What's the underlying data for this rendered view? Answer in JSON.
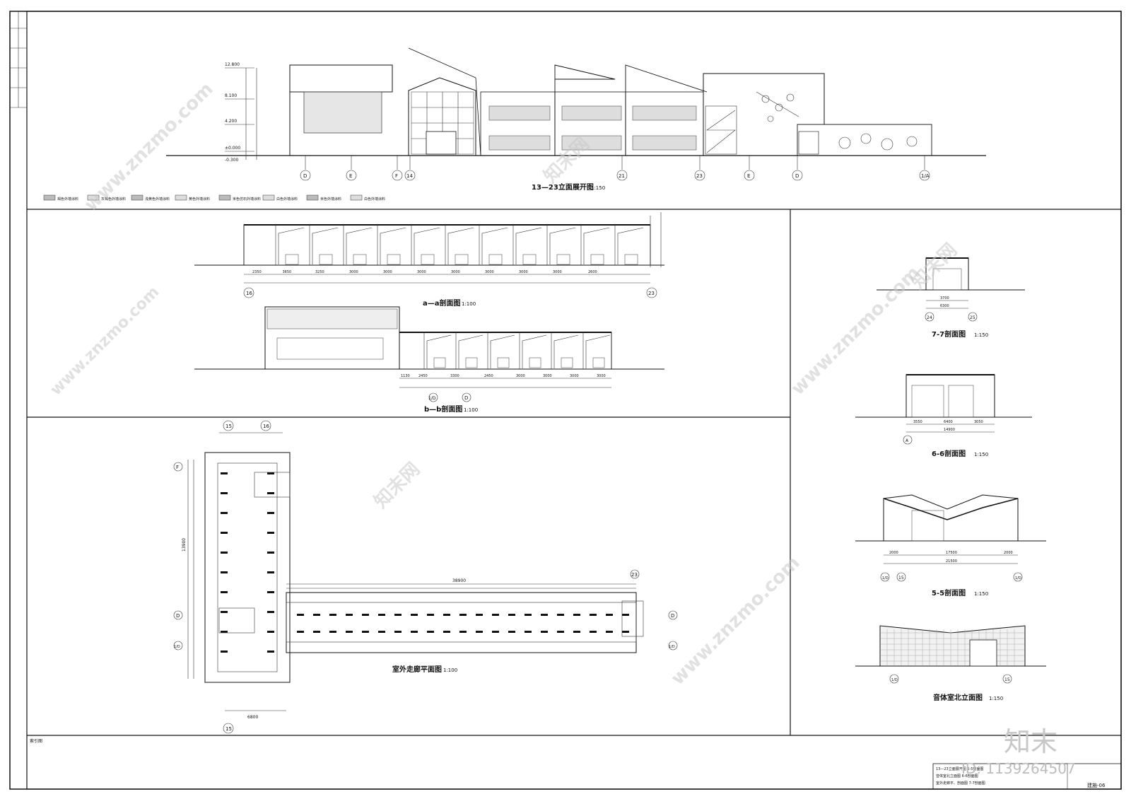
{
  "drawings": {
    "elevation": {
      "title": "13—23立面展开图",
      "scale": "1:150"
    },
    "section_a": {
      "title": "a—a剖面图",
      "scale": "1:100"
    },
    "section_b": {
      "title": "b—b剖面图",
      "scale": "1:100"
    },
    "plan": {
      "title": "室外走廊平面图",
      "scale": "1:100"
    },
    "section_7": {
      "title": "7-7剖面图",
      "scale": "1:150"
    },
    "section_6": {
      "title": "6-6剖面图",
      "scale": "1:150"
    },
    "section_5": {
      "title": "5-5剖面图",
      "scale": "1:150"
    },
    "north_elev": {
      "title": "音体室北立面图",
      "scale": "1:150"
    }
  },
  "elevation_axes": [
    "D",
    "E",
    "F",
    "14",
    "21",
    "23",
    "E",
    "D",
    "1/A"
  ],
  "elevation_levels": [
    "12.800",
    "8.100",
    "4.200",
    "±0.000",
    "-0.300"
  ],
  "legend": [
    "褐色外墙涂料",
    "灰褐色外墙涂料",
    "浅黄色外墙涂料",
    "黄色外墙涂料",
    "米色仿石外墙涂料",
    "白色外墙涂料",
    "米色外墙涂料",
    "白色外墙涂料"
  ],
  "section_a_dims": [
    "2350",
    "3650",
    "3250",
    "3000",
    "3000",
    "3000",
    "3000",
    "3000",
    "3000",
    "3000",
    "2600"
  ],
  "section_a_axes": [
    "16",
    "23"
  ],
  "section_b_dims": [
    "1130",
    "2450",
    "3300",
    "2450",
    "3000",
    "3000",
    "3000",
    "3000"
  ],
  "section_b_axes": [
    "1/D",
    "D"
  ],
  "plan_axes": {
    "top": [
      "15",
      "16"
    ],
    "left": [
      "F",
      "D",
      "1/D"
    ],
    "right": [
      "23",
      "D",
      "1/D"
    ],
    "bottom": [
      "15"
    ]
  },
  "plan_dims": {
    "total": "38900",
    "sub": "6800",
    "left": "13900"
  },
  "sections_right": {
    "s7_axes": [
      "24",
      "25"
    ],
    "s7_dims": [
      "3700",
      "6300"
    ],
    "s6_axes": [
      "A"
    ],
    "s6_dims": [
      "3550",
      "6400",
      "3050",
      "14900"
    ],
    "s5_axes": [
      "1/D",
      "15",
      "1/D"
    ],
    "s5_dims": [
      "2000",
      "17500",
      "2000",
      "21500"
    ],
    "ne_axes": [
      "1/D",
      "15"
    ]
  },
  "footer": {
    "index_label": "索引图",
    "sheet": "建施-06",
    "note_lines": [
      "13—23立面展开图 5-5剖面图",
      "音体室北立面图 6-6剖面图",
      "室外走廊平、剖面图 7-7剖面图"
    ]
  },
  "watermarks": {
    "site": "www.znzmo.com",
    "brand": "知末网",
    "logo": "知末",
    "id": "ID: 1139264507"
  }
}
